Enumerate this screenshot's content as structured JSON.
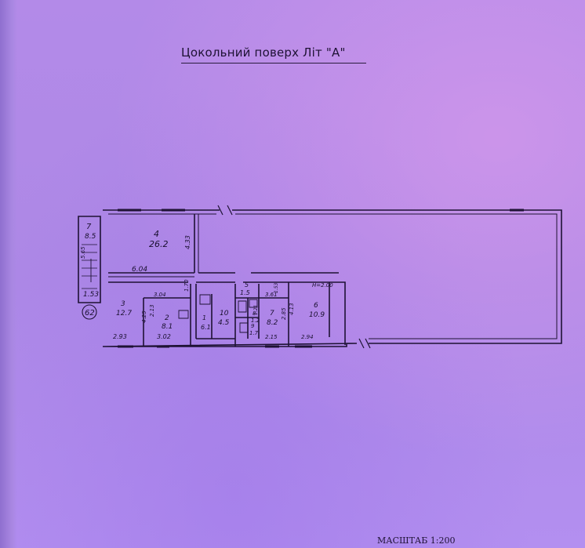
{
  "page": {
    "title": "Цокольний поверх  Літ \"А\"",
    "scale": "МАСШТАБ 1:200"
  },
  "colors": {
    "paper": "#b58ae6",
    "ink": "#1e1234"
  },
  "rooms": {
    "r7": {
      "number": "7",
      "area": "8.5"
    },
    "r4": {
      "number": "4",
      "area": "26.2"
    },
    "r3": {
      "number": "3",
      "area": "12.7"
    },
    "r2": {
      "number": "2",
      "area": "8.1"
    },
    "r1": {
      "number": "1",
      "area": "6.1"
    },
    "r10": {
      "number": "10",
      "area": "4.5"
    },
    "r5": {
      "number": "5",
      "area": "1.5"
    },
    "r8": {
      "number": "8",
      "area": "1.2"
    },
    "r9": {
      "number": "9",
      "area": "1.7"
    },
    "r7b": {
      "number": "7",
      "area": "8.2"
    },
    "r6": {
      "number": "6",
      "area": "10.9"
    }
  },
  "dimensions": {
    "d1": "6.04",
    "d2": "4.33",
    "d3": "5.65",
    "d4": "1.53",
    "d5": "2.93",
    "d6": "3.02",
    "d7": "3.04",
    "d8": "2.13",
    "d9": "4.25",
    "d10": "2.15",
    "d11": "2.94",
    "d12": "1.70",
    "d13": "3.61",
    "d14": "4.13",
    "d15": "2.85",
    "d16": "1.53",
    "d17": "1.21",
    "d18": "H=2.00"
  },
  "stamp": "62"
}
